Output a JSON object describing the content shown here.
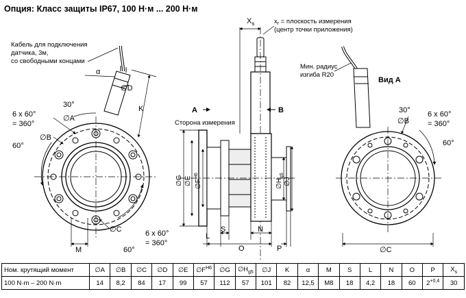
{
  "title": "Опция: Класс защиты IP67, 100 Н·м ... 200 Н·м",
  "labels": {
    "cable_note": [
      "Кабель для подключения",
      "датчика, 3м,",
      "со свободными концами"
    ],
    "xr_note": [
      "x",
      "r",
      " = плоскость измерения",
      "(центр точки приложения)"
    ],
    "min_radius": [
      "Мин. радиус",
      "изгиба R20"
    ],
    "view_a": "Вид A",
    "measurement_side": "Сторона измерения",
    "arrow_a": "A",
    "arrow_b": "B",
    "deg30_left": "30°",
    "deg30_right": "30°",
    "deg60_left": "60°",
    "deg60_bottom": "60°",
    "deg60_right": "60°",
    "holes_left": [
      "6 x 60°",
      "= 360°"
    ],
    "holes_bottom": [
      "6 x 60°",
      "= 360°"
    ],
    "holes_right": [
      "6 x 60°",
      "= 360°"
    ],
    "dim_A": "∅A",
    "dim_B_left": "∅B",
    "dim_B_right": "∅B",
    "dim_C_left": "∅C",
    "dim_C_right": "∅C",
    "dim_D": "∅D",
    "dim_K": "K",
    "dim_alpha": "α",
    "dim_M": "M",
    "dim_Xs": "X",
    "dim_Xs_sub": "s",
    "dim_G": "∅G",
    "dim_E": "∅E",
    "dim_F": "∅F",
    "dim_F_sup": "H6",
    "dim_H": "∅H",
    "dim_H_sub": "g5",
    "dim_J": "∅J",
    "dim_L": "L",
    "dim_S": "S",
    "dim_O": "O",
    "dim_N": "N",
    "dim_P": "P"
  },
  "table": {
    "headers": [
      "Ном. крутящий момент",
      "∅A",
      "∅B",
      "∅C",
      "∅D",
      "∅E",
      "∅F",
      "∅G",
      "∅H",
      "∅J",
      "K",
      "α",
      "M",
      "S",
      "L",
      "N",
      "O",
      "P",
      "X"
    ],
    "header_sup": {
      "6": "H6"
    },
    "header_sub": {
      "8": "g5",
      "18": "s"
    },
    "rows": [
      [
        "100 N·m – 200 N·m",
        "14",
        "8,2",
        "84",
        "17",
        "99",
        "57",
        "112",
        "57",
        "101",
        "82",
        "12,5",
        "M8",
        "18",
        "4,2",
        "18",
        "60",
        "2",
        "30"
      ]
    ],
    "row_sup": {
      "17": "+0,4"
    }
  }
}
